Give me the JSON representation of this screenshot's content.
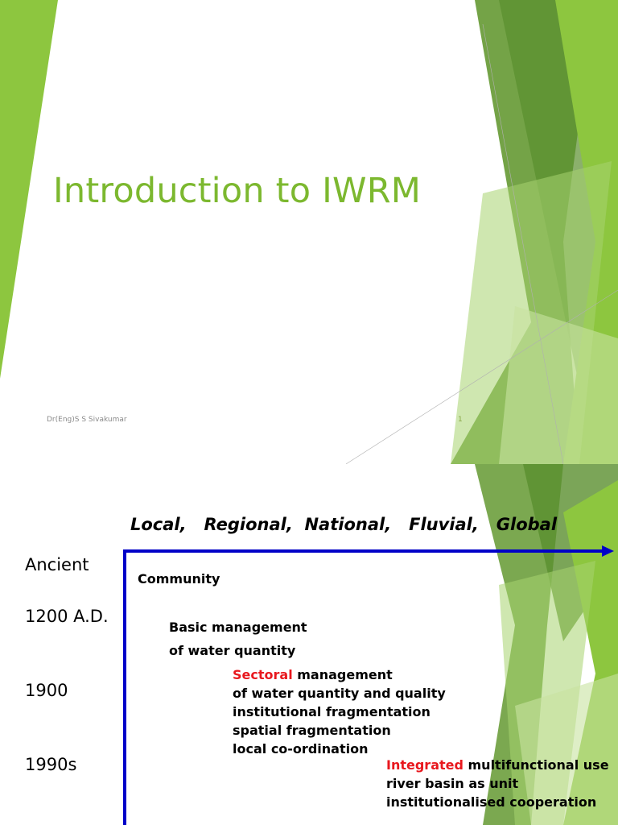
{
  "slide1": {
    "title": "Introduction to IWRM",
    "footer_author": "Dr(Eng)S S Sivakumar",
    "page_number": "1"
  },
  "slide2": {
    "scales": "Local,   Regional,  National,   Fluvial,   Global",
    "eras": [
      "Ancient",
      "1200 A.D.",
      "1900",
      "1990s"
    ],
    "community": "Community",
    "basic": [
      "Basic management",
      "of water quantity"
    ],
    "sectoral_key": "Sectoral",
    "sectoral_rest": " management",
    "sectoral_lines": [
      "of water quantity and quality",
      "institutional fragmentation",
      "spatial fragmentation",
      "local co-ordination"
    ],
    "integrated_key": "Integrated",
    "integrated_rest": " multifunctional use",
    "integrated_lines": [
      "river basin as unit",
      "institutionalised cooperation"
    ]
  },
  "colors": {
    "title_green": "#7cb82f",
    "axis_blue": "#0000c8",
    "highlight_red": "#e8181e"
  }
}
